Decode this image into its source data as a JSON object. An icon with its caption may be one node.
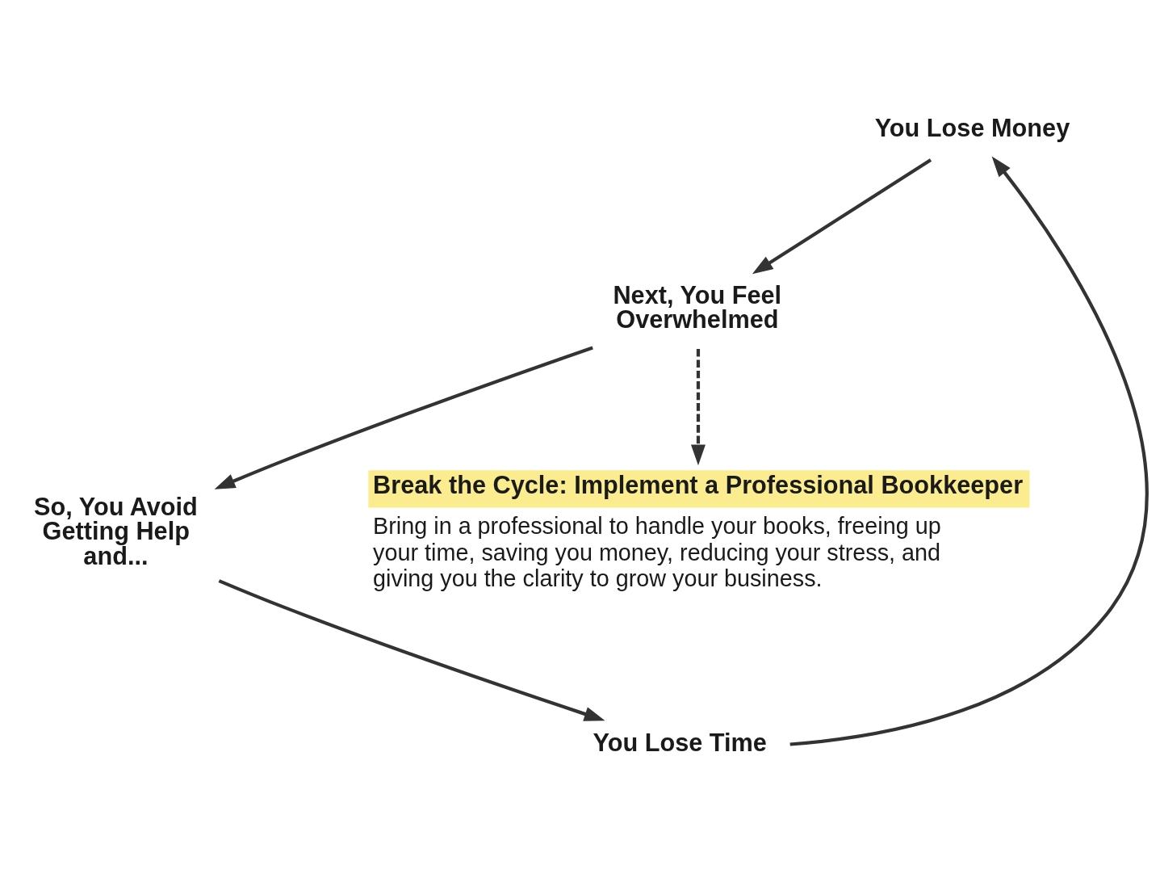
{
  "diagram": {
    "nodes": [
      {
        "text": [
          "You Lose Money"
        ]
      },
      {
        "text": [
          "Next, You Feel Overwhelmed"
        ]
      },
      {
        "text": [
          "So, You Avoid Getting Help and..."
        ]
      },
      {
        "text": [
          "You Lose Time"
        ]
      },
      {
        "text": [
          "Break the Cycle: Implement a Professional Bookkeeper",
          "Bring in a professional to handle your books, freeing up your time, saving you money, reducing your stress, and giving you the clarity to grow your business."
        ]
      }
    ],
    "edges": [
      {
        "from": 3,
        "to": 0,
        "arrow": "to"
      },
      {
        "from": 0,
        "to": 1,
        "arrow": "to"
      },
      {
        "from": 1,
        "to": 2,
        "arrow": "to"
      },
      {
        "from": 2,
        "to": 3,
        "arrow": "to"
      },
      {
        "from": 1,
        "to": 4,
        "arrow": "to",
        "style": "dashed"
      }
    ]
  }
}
